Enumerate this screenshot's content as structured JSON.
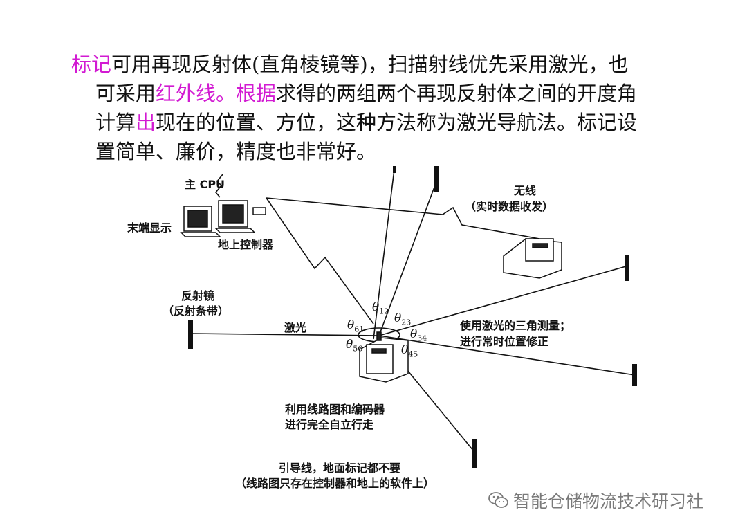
{
  "paragraph": {
    "l1_a": "标记",
    "l1_b": "可用再现反射体(直角棱镜等)，扫描射线优先采用激光，也",
    "l2_a": "可采用",
    "l2_b": "红外线。根据",
    "l2_c": "求得的两组两个再现反射体之间的开度角",
    "l3_a": "计算",
    "l3_b": "出",
    "l3_c": "现在的位置、方位，这种方法称为激光导航法。标记设",
    "l4": "置简单、廉价，精度也非常好。"
  },
  "labels": {
    "main_cpu": "主 CPU",
    "terminal_display": "末端显示",
    "ground_controller": "地上控制器",
    "wireless": "无线",
    "wireless_sub": "（实时数据收发）",
    "reflector": "反射镜",
    "reflector_sub": "（反射条带）",
    "laser": "激光",
    "triangulation_1": "使用激光的三角测量；",
    "triangulation_2": "进行常时位置修正",
    "route_map_1": "利用线路图和编码器",
    "route_map_2": "进行完全自立行走",
    "guide_1": "引导线，地面标记都不要",
    "guide_2": "（线路图只存在控制器和地上的软件上）"
  },
  "angles": {
    "t12": "12",
    "t23": "23",
    "t34": "34",
    "t45": "45",
    "t56": "56",
    "t61": "61",
    "theta_symbol": "θ"
  },
  "watermark": {
    "text": "智能仓储物流技术研习社",
    "icon": "wechat-icon"
  },
  "colors": {
    "highlight": "#d21ad2",
    "line": "#111111",
    "watermark": "#7a7a7a"
  }
}
